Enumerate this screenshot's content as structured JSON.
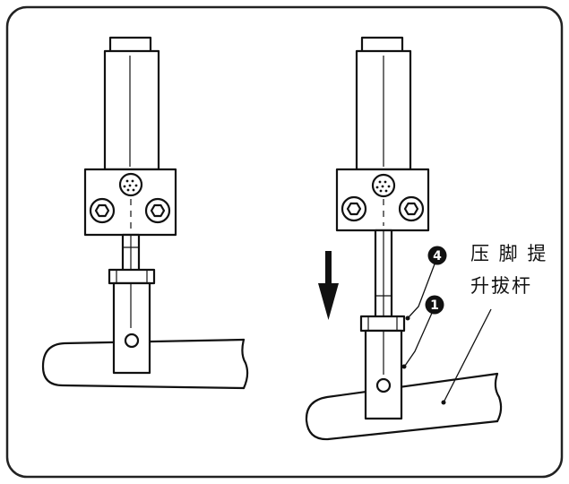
{
  "annotation": {
    "line1": "压 脚 提",
    "line2": "升拔杆"
  },
  "markers": [
    {
      "id": "marker-4",
      "glyph": "4"
    },
    {
      "id": "marker-1",
      "glyph": "1"
    }
  ],
  "colors": {
    "stroke": "#111111",
    "frame": "#222222",
    "background": "#ffffff"
  }
}
